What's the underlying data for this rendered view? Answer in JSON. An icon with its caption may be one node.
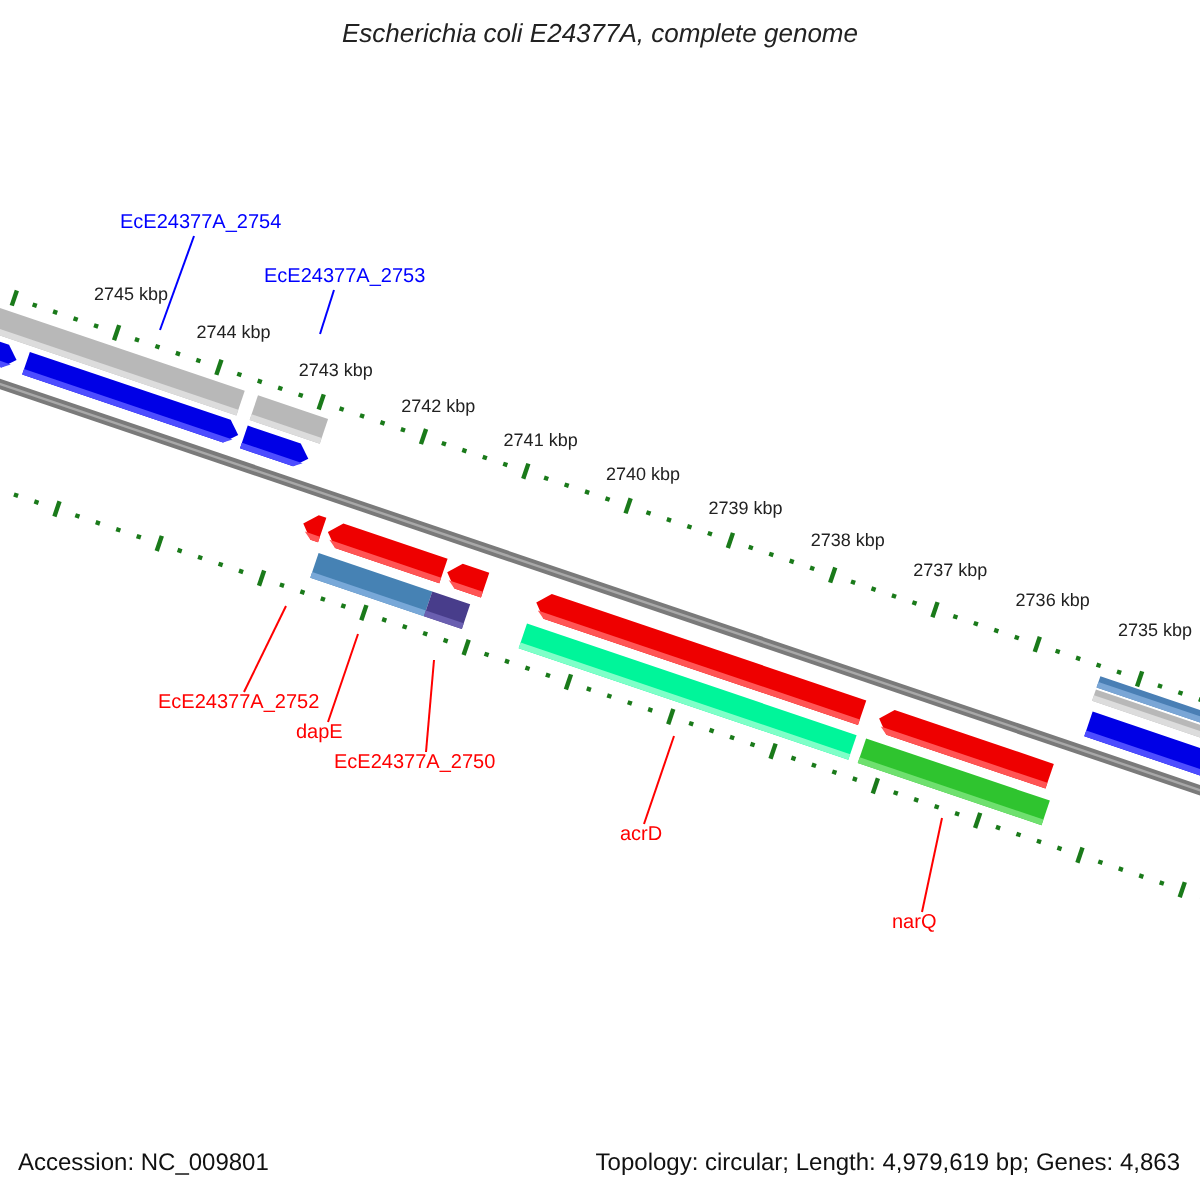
{
  "diagram": {
    "title": "Escherichia coli E24377A, complete genome",
    "nodes": [
      {
        "text": [
          "EcE24377A_2754"
        ]
      },
      {
        "text": [
          "EcE24377A_2753"
        ]
      },
      {
        "text": [
          "EcE24377A_2752"
        ]
      },
      {
        "text": [
          "dapE"
        ]
      },
      {
        "text": [
          "EcE24377A_2750"
        ]
      },
      {
        "text": [
          "acrD"
        ]
      },
      {
        "text": [
          "narQ"
        ]
      }
    ],
    "edges": [
      {
        "from": 0,
        "to": null,
        "arrow": "none",
        "color": "#0000ff"
      },
      {
        "from": 1,
        "to": null,
        "arrow": "none",
        "color": "#0000ff"
      },
      {
        "from": 2,
        "to": null,
        "arrow": "none"
      },
      {
        "from": 3,
        "to": null,
        "arrow": "none"
      },
      {
        "from": 4,
        "to": null,
        "arrow": "none"
      },
      {
        "from": 5,
        "to": null,
        "arrow": "none"
      },
      {
        "from": 6,
        "to": null,
        "arrow": "none"
      }
    ],
    "labels": [
      "2745 kbp",
      "2744 kbp",
      "2743 kbp",
      "2742 kbp",
      "2741 kbp",
      "2740 kbp",
      "2739 kbp",
      "2738 kbp",
      "2737 kbp",
      "2736 kbp",
      "2735 kbp",
      "Accession: NC_009801",
      "Topology: circular; Length: 4,979,619 bp; Genes: 4,863"
    ]
  }
}
